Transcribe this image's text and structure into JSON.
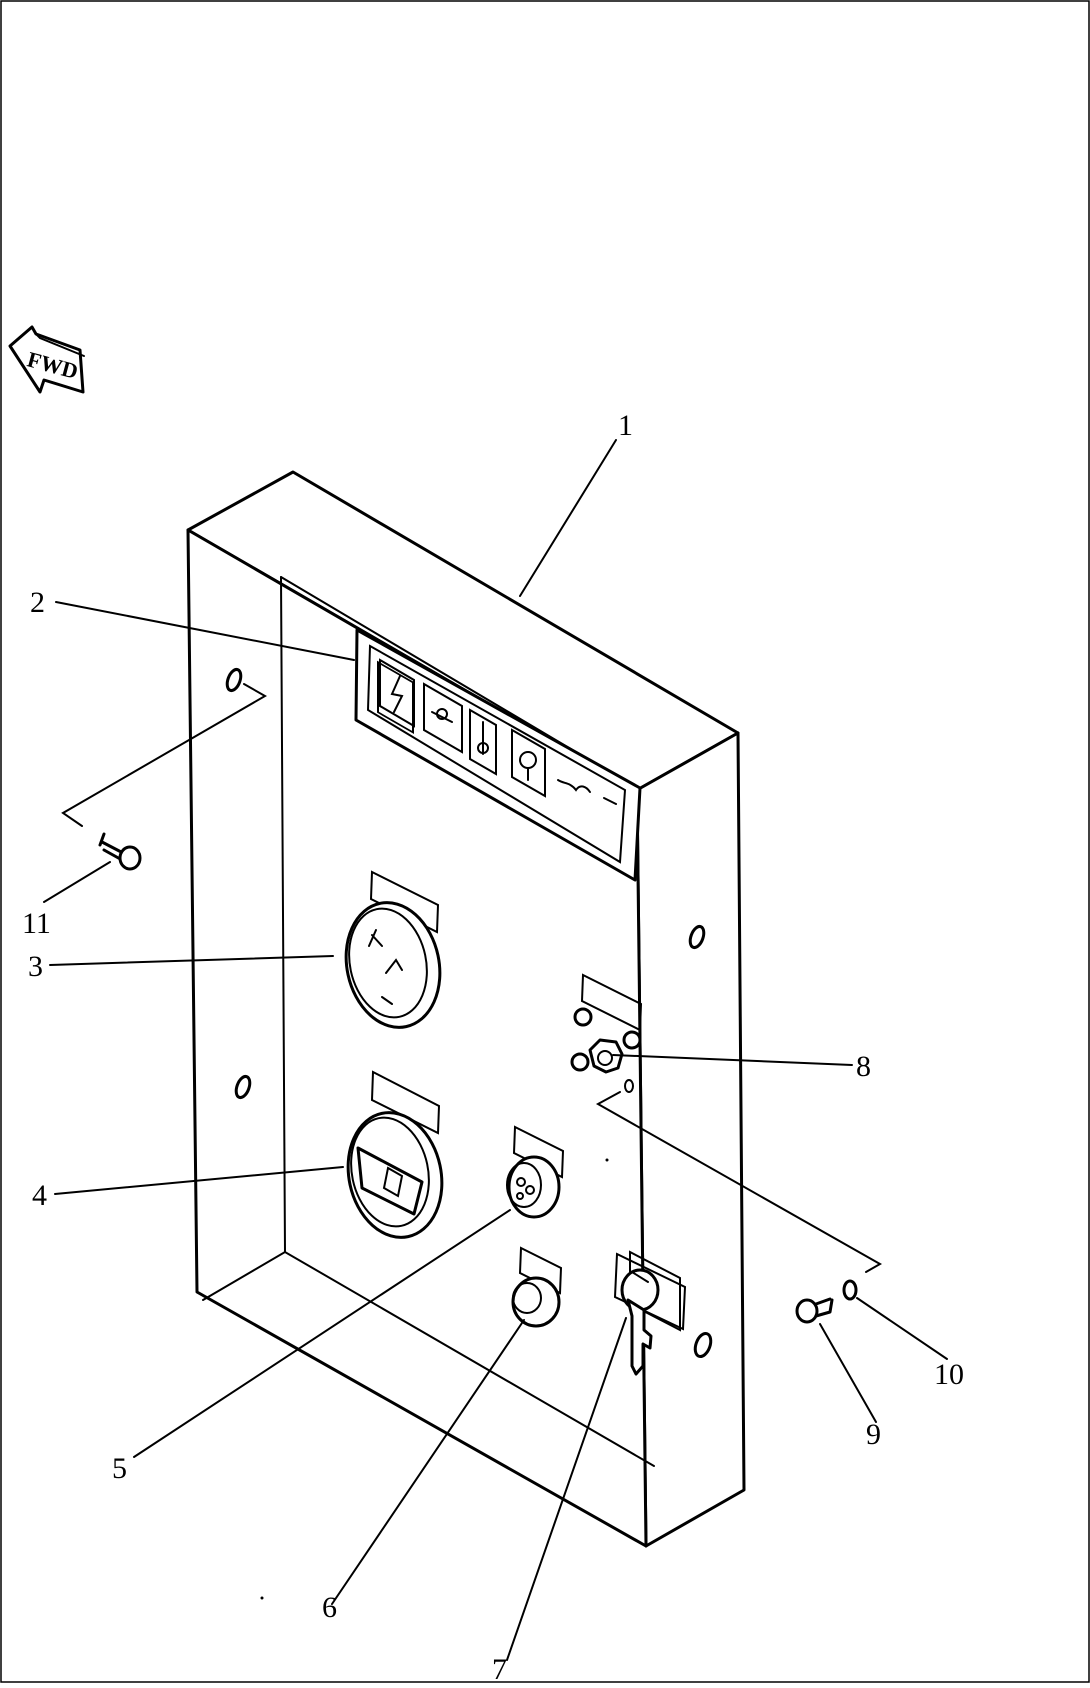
{
  "diagram": {
    "direction_marker": {
      "label": "FWD",
      "icon": "forward-arrow-icon"
    },
    "callouts": [
      {
        "id": "callout-1",
        "label": "1"
      },
      {
        "id": "callout-2",
        "label": "2"
      },
      {
        "id": "callout-3",
        "label": "3"
      },
      {
        "id": "callout-4",
        "label": "4"
      },
      {
        "id": "callout-5",
        "label": "5"
      },
      {
        "id": "callout-6",
        "label": "6"
      },
      {
        "id": "callout-7",
        "label": "7"
      },
      {
        "id": "callout-8",
        "label": "8"
      },
      {
        "id": "callout-9",
        "label": "9"
      },
      {
        "id": "callout-10",
        "label": "10"
      },
      {
        "id": "callout-11",
        "label": "11"
      }
    ]
  }
}
